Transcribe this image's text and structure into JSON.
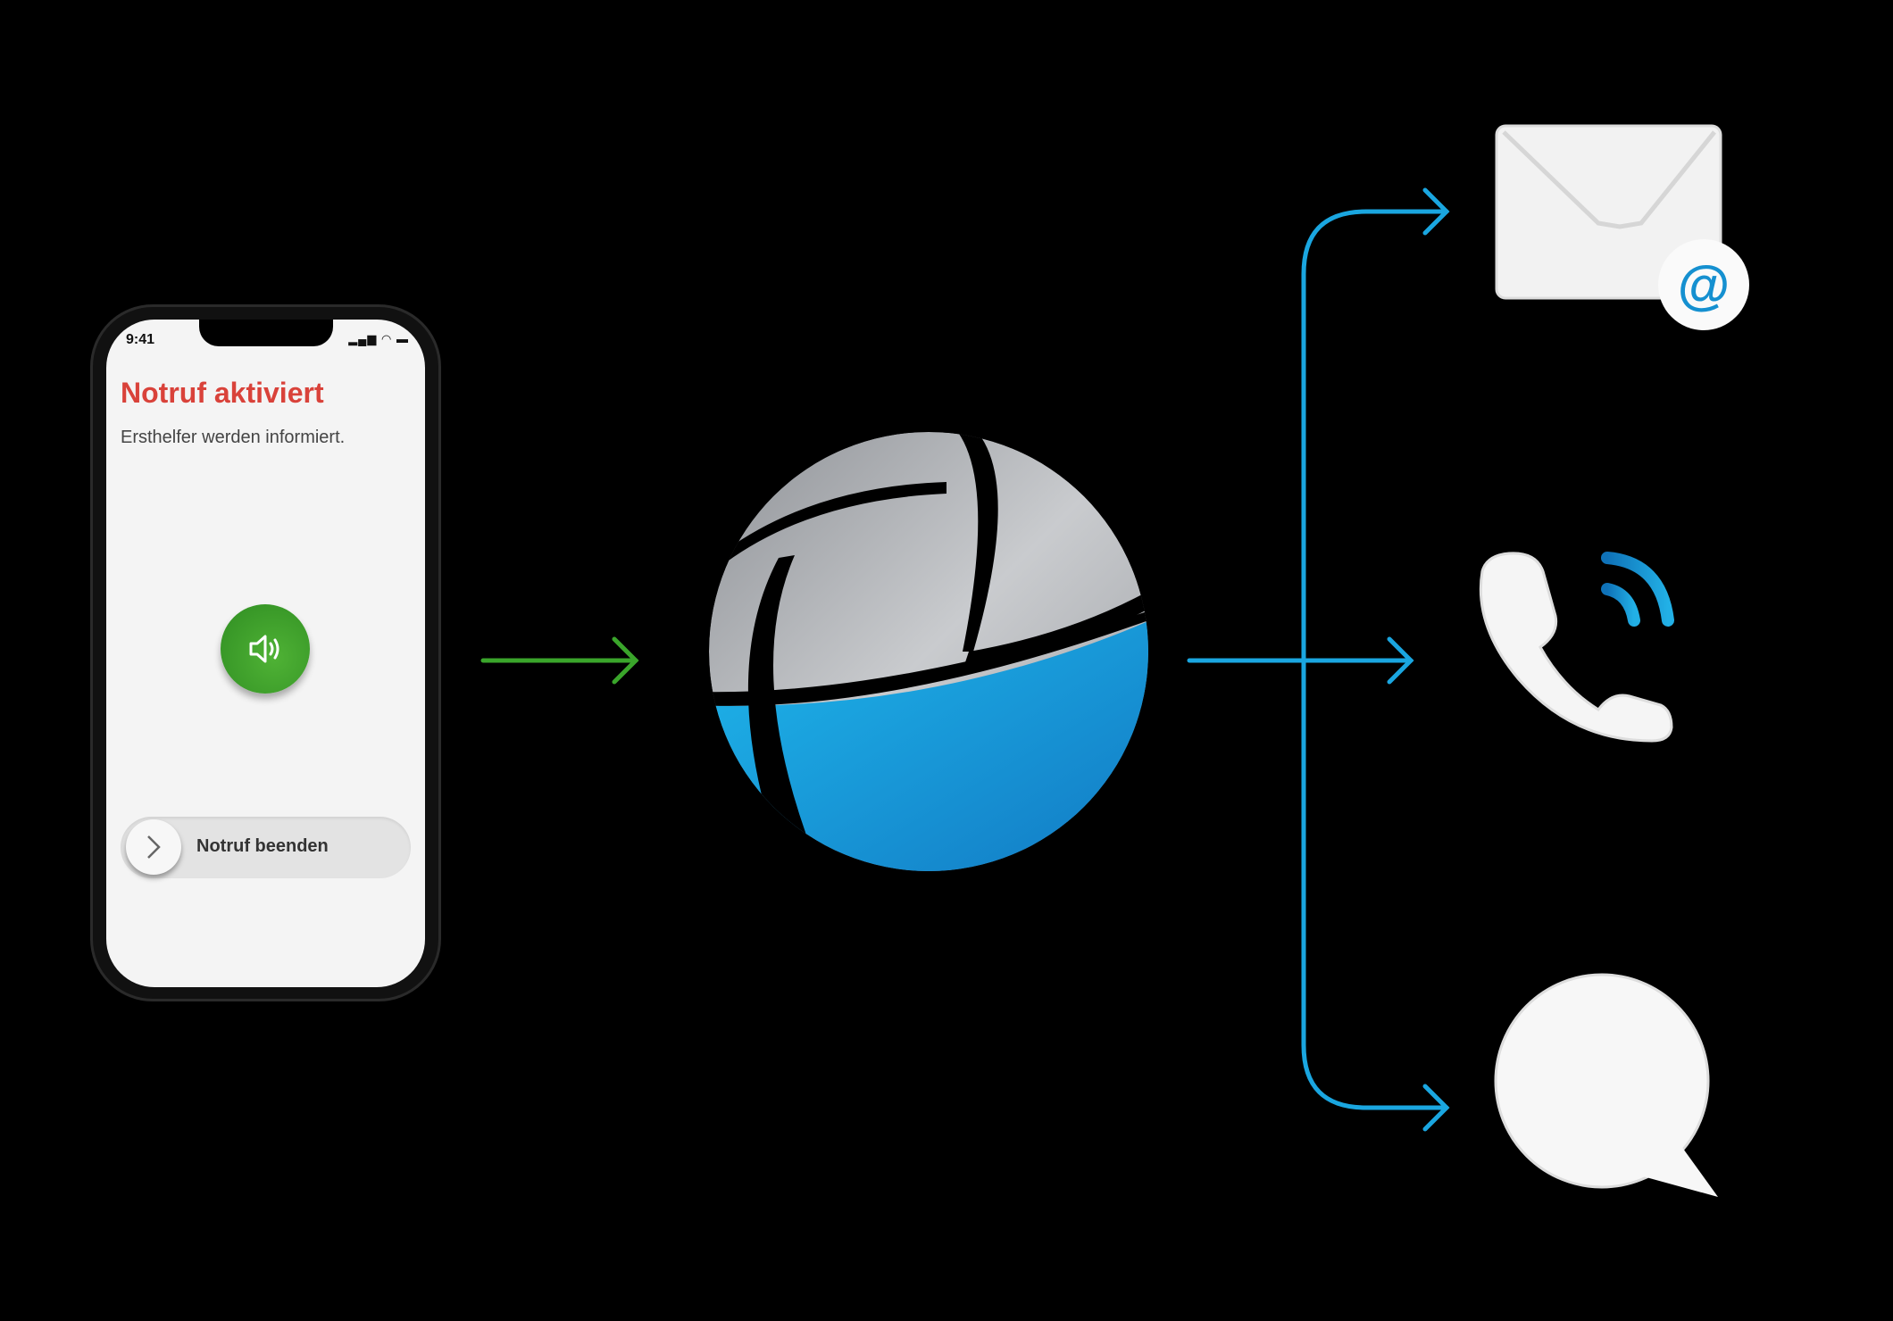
{
  "phone": {
    "status_time": "9:41",
    "title": "Notruf aktiviert",
    "subtitle": "Ersthelfer werden informiert.",
    "slider_label": "Notruf beenden",
    "sound_icon": "speaker-icon",
    "slider_icon": "chevron-right-icon"
  },
  "channels": [
    {
      "name": "email",
      "icon": "envelope-at-icon"
    },
    {
      "name": "phone-call",
      "icon": "phone-call-icon"
    },
    {
      "name": "message",
      "icon": "chat-bubble-icon"
    }
  ],
  "colors": {
    "title_red": "#d9423a",
    "green": "#3aa52b",
    "blue": "#1aa6e0",
    "gray": "#b8babd"
  }
}
